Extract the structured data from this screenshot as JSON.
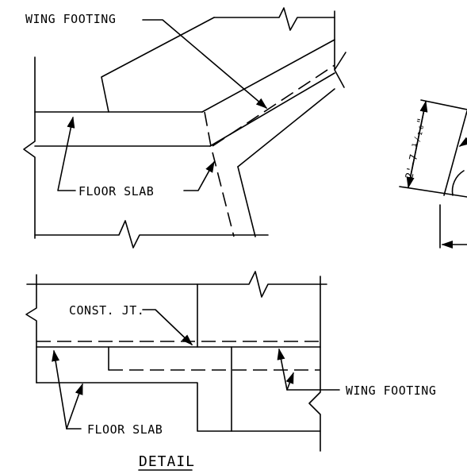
{
  "plan_view": {
    "wing_footing_label": "WING FOOTING",
    "floor_slab_label": "FLOOR SLAB"
  },
  "section_view": {
    "const_jt_label": "CONST. JT.",
    "floor_slab_label": "FLOOR SLAB",
    "wing_footing_label": "WING FOOTING"
  },
  "dimension": {
    "text": "2'-7 ¹⁄₁₆\""
  },
  "title": "DETAIL"
}
